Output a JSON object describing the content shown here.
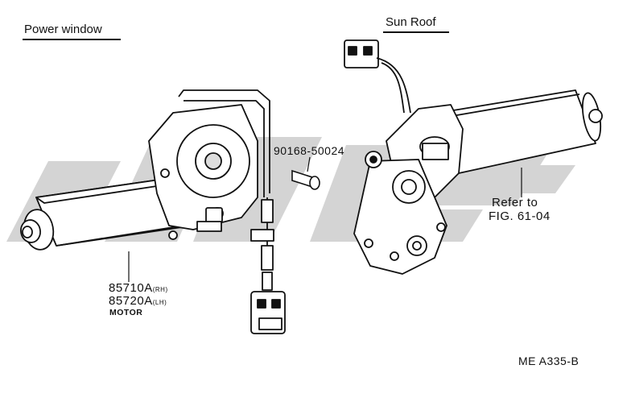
{
  "headings": {
    "power_window": "Power window",
    "sun_roof": "Sun Roof"
  },
  "callouts": {
    "screw_part_no": "90168-50024",
    "refer_to_line1": "Refer to",
    "refer_to_line2": "FIG. 61-04",
    "rh_part_no": "85710A",
    "rh_side": "(RH)",
    "lh_part_no": "85720A",
    "lh_side": "(LH)",
    "motor_label": "MOTOR"
  },
  "drawing_code": "ME A335-B",
  "watermark": {
    "color": "#d4d4d4"
  }
}
